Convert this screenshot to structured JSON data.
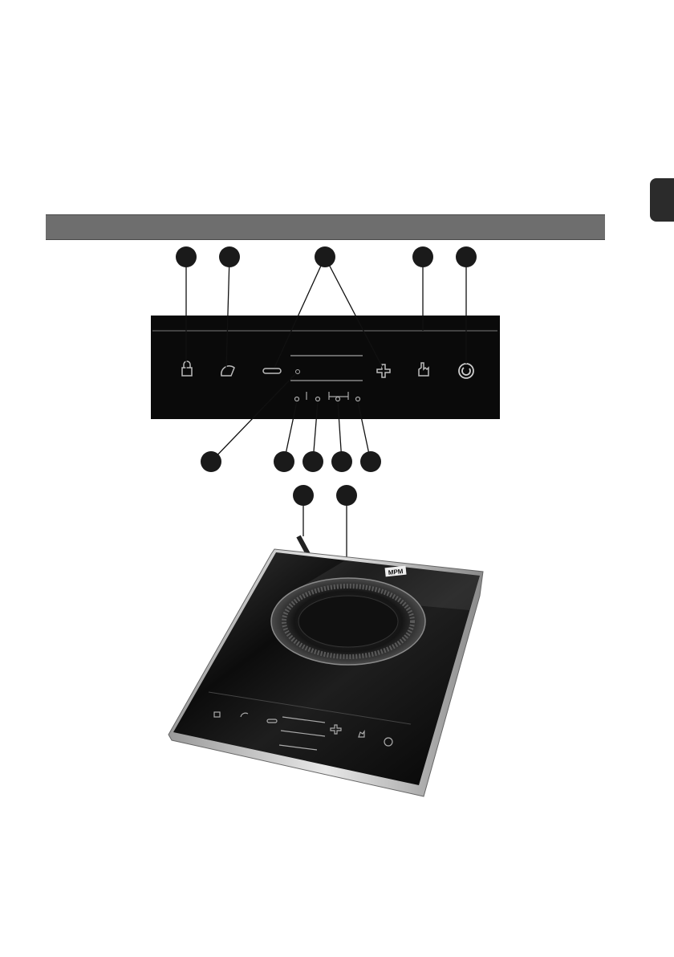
{
  "section_header": {
    "title": ""
  },
  "callout_markers": [
    {
      "id": "marker-top-1"
    },
    {
      "id": "marker-top-2"
    },
    {
      "id": "marker-top-3"
    },
    {
      "id": "marker-top-4"
    },
    {
      "id": "marker-top-5"
    },
    {
      "id": "marker-mid-1"
    },
    {
      "id": "marker-mid-2"
    },
    {
      "id": "marker-mid-3"
    },
    {
      "id": "marker-mid-4"
    },
    {
      "id": "marker-mid-5"
    },
    {
      "id": "marker-low-1"
    },
    {
      "id": "marker-low-2"
    }
  ],
  "control_panel_icons": [
    "lock-icon",
    "timer-icon",
    "minus-icon",
    "plus-icon",
    "hand-touch-icon",
    "power-icon"
  ],
  "cooktop": {
    "brand_logo_text": "MPM"
  },
  "colors": {
    "panel": "#0a0a0a",
    "bar": "#6e6e6e",
    "marker": "#1a1a1a",
    "frame": "#c8c8c8"
  }
}
